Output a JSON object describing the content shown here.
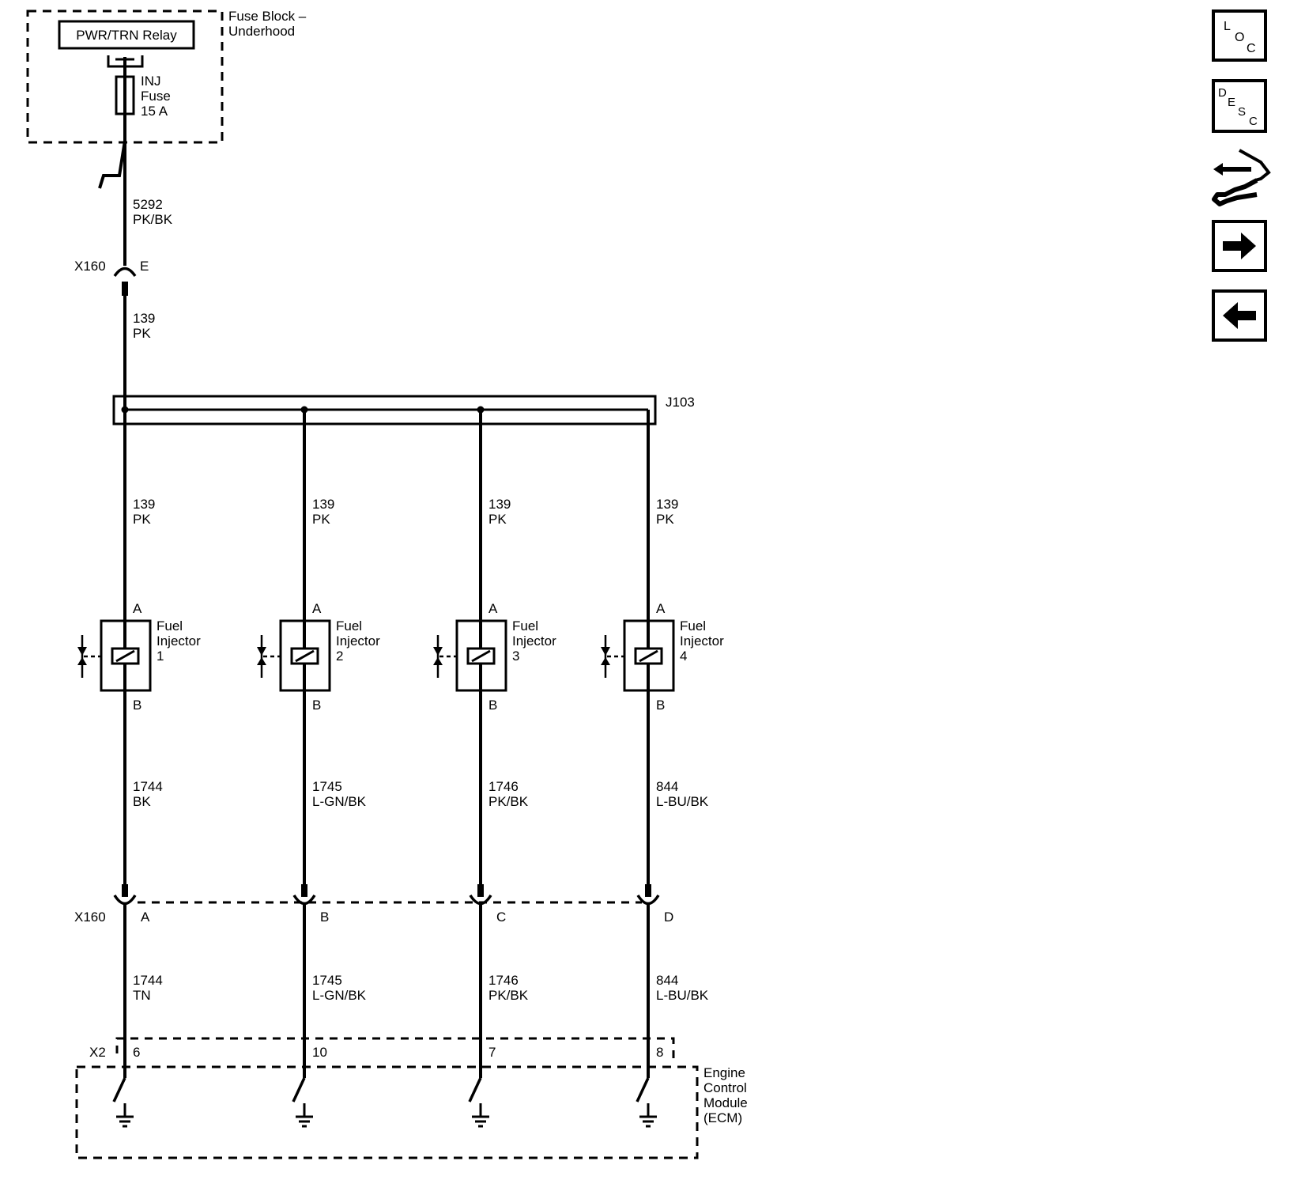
{
  "fuse_block": {
    "title_line1": "Fuse Block –",
    "title_line2": "Underhood",
    "relay_label": "PWR/TRN Relay",
    "fuse_line1": "INJ",
    "fuse_line2": "Fuse",
    "fuse_line3": "15 A"
  },
  "feed_wire": {
    "circuit": "5292",
    "color": "PK/BK"
  },
  "x160_top": {
    "connector": "X160",
    "pin": "E"
  },
  "splice_feed_wire": {
    "circuit": "139",
    "color": "PK"
  },
  "splice": {
    "label": "J103"
  },
  "injectors": [
    {
      "top_pin": "A",
      "bottom_pin": "B",
      "name_line1": "Fuel",
      "name_line2": "Injector",
      "number": "1",
      "wire_top": {
        "circuit": "139",
        "color": "PK"
      },
      "wire_mid": {
        "circuit": "1744",
        "color": "BK"
      },
      "x160_pin": "A",
      "wire_low": {
        "circuit": "1744",
        "color": "TN"
      },
      "ecm_pin": "6"
    },
    {
      "top_pin": "A",
      "bottom_pin": "B",
      "name_line1": "Fuel",
      "name_line2": "Injector",
      "number": "2",
      "wire_top": {
        "circuit": "139",
        "color": "PK"
      },
      "wire_mid": {
        "circuit": "1745",
        "color": "L-GN/BK"
      },
      "x160_pin": "B",
      "wire_low": {
        "circuit": "1745",
        "color": "L-GN/BK"
      },
      "ecm_pin": "10"
    },
    {
      "top_pin": "A",
      "bottom_pin": "B",
      "name_line1": "Fuel",
      "name_line2": "Injector",
      "number": "3",
      "wire_top": {
        "circuit": "139",
        "color": "PK"
      },
      "wire_mid": {
        "circuit": "1746",
        "color": "PK/BK"
      },
      "x160_pin": "C",
      "wire_low": {
        "circuit": "1746",
        "color": "PK/BK"
      },
      "ecm_pin": "7"
    },
    {
      "top_pin": "A",
      "bottom_pin": "B",
      "name_line1": "Fuel",
      "name_line2": "Injector",
      "number": "4",
      "wire_top": {
        "circuit": "139",
        "color": "PK"
      },
      "wire_mid": {
        "circuit": "844",
        "color": "L-BU/BK"
      },
      "x160_pin": "D",
      "wire_low": {
        "circuit": "844",
        "color": "L-BU/BK"
      },
      "ecm_pin": "8"
    }
  ],
  "x160_bottom": {
    "connector": "X160"
  },
  "ecm": {
    "connector": "X2",
    "name_line1": "Engine",
    "name_line2": "Control",
    "name_line3": "Module",
    "name_line4": "(ECM)"
  },
  "nav_buttons": {
    "loc": {
      "l": "L",
      "o": "O",
      "c": "C"
    },
    "desc": {
      "d": "D",
      "e": "E",
      "s": "S",
      "c": "C"
    }
  }
}
